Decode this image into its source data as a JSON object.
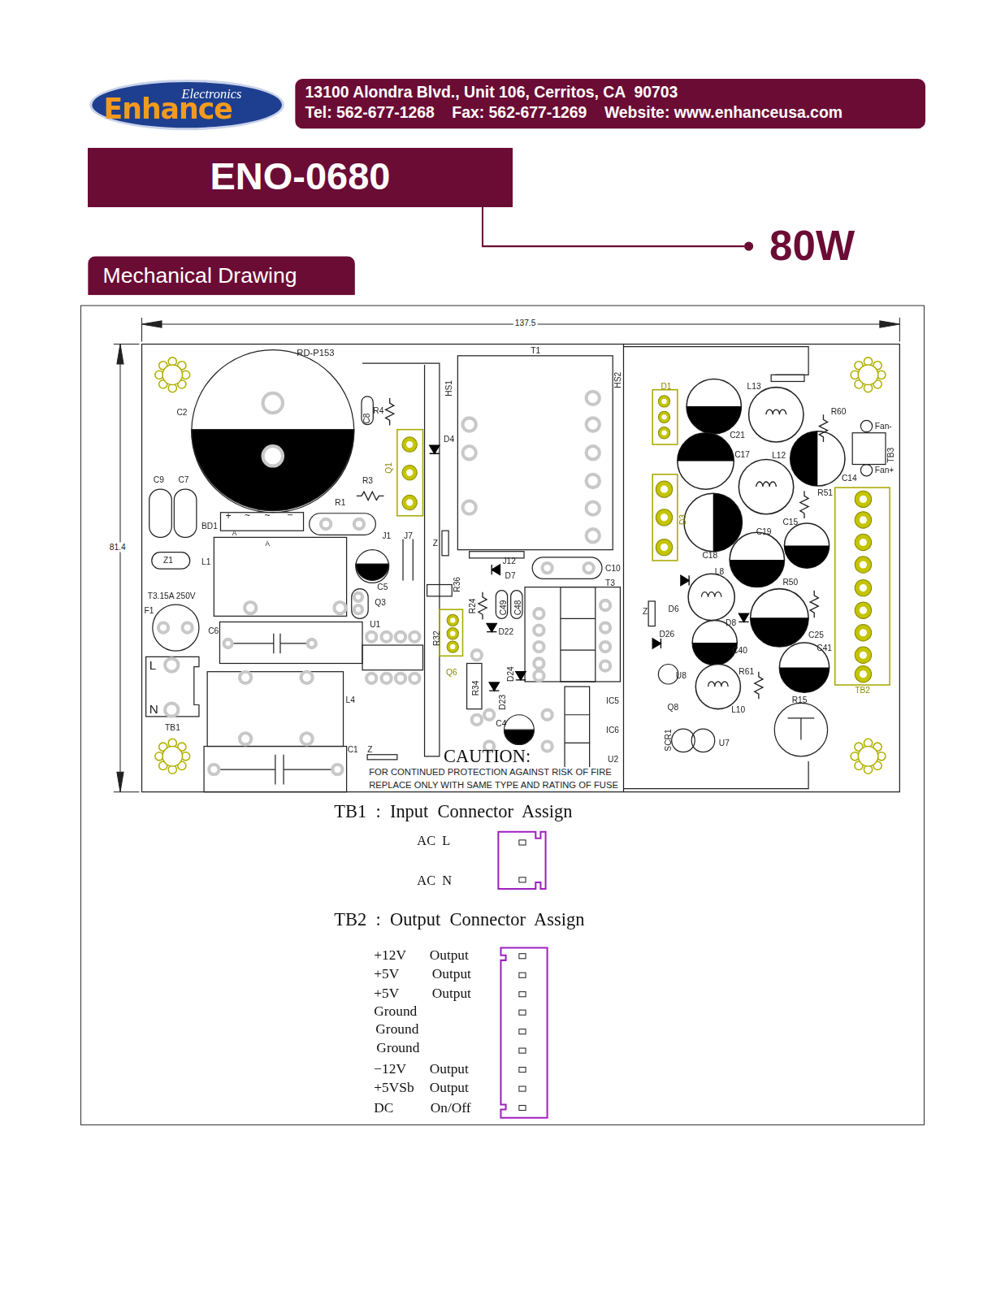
{
  "diagram": {
    "nodes": [
      {
        "text": [
          "Electronics",
          "Enhance"
        ]
      },
      {
        "text": [
          "13100 Alondra Blvd., Unit 106, Cerritos, CA  90703",
          "Tel: 562-677-1268    Fax: 562-677-1269    Website: www.enhanceusa.com"
        ]
      },
      {
        "text": [
          "ENO-0680"
        ]
      },
      {
        "text": [
          "Mechanical Drawing"
        ]
      }
    ],
    "labels": [
      "80W",
      "137.5",
      "81.4",
      "RD-P153",
      "C2",
      "C9",
      "C7",
      "BD1",
      "+",
      "~",
      "~",
      "−",
      "A",
      "A",
      "Z1",
      "L1",
      "T3.15A 250V",
      "F1",
      "C6",
      "L",
      "N",
      "TB1",
      "L4",
      "C1",
      "Z",
      "C8",
      "R4",
      "R3",
      "R1",
      "Q1",
      "J1",
      "J7",
      "C5",
      "Q3",
      "U1",
      "D4",
      "HS1",
      "T1",
      "HS2",
      "Z",
      "J12",
      "D7",
      "R36",
      "C10",
      "T3",
      "R24",
      "C49",
      "C48",
      "R32",
      "D22",
      "Q6",
      "R34",
      "D24",
      "D23",
      "C4",
      "IC5",
      "IC6",
      "U2",
      "Z",
      "CAUTION:",
      "FOR CONTINUED PROTECTION AGAINST RISK OF FIRE",
      "REPLACE ONLY WITH SAME TYPE AND RATING OF FUSE",
      "D1",
      "L13",
      "R60",
      "C21",
      "Fan-",
      "TB3",
      "Fan+",
      "C17",
      "L12",
      "C14",
      "R51",
      "D3",
      "C15",
      "C19",
      "C18",
      "L8",
      "R50",
      "D6",
      "D8",
      "C25",
      "D26",
      "C40",
      "C41",
      "U8",
      "R61",
      "L10",
      "TB2",
      "R15",
      "Q8",
      "SCR1",
      "U7",
      "TB1  :  Input  Connector  Assign",
      "AC  L",
      "AC  N",
      "TB2  :  Output  Connector  Assign",
      "+12V",
      "Output",
      "+5V",
      "Output",
      "+5V",
      "Output",
      "Ground",
      "Ground",
      "Ground",
      "−12V",
      "Output",
      "+5VSb",
      "Output",
      "DC",
      "On/Off"
    ]
  }
}
